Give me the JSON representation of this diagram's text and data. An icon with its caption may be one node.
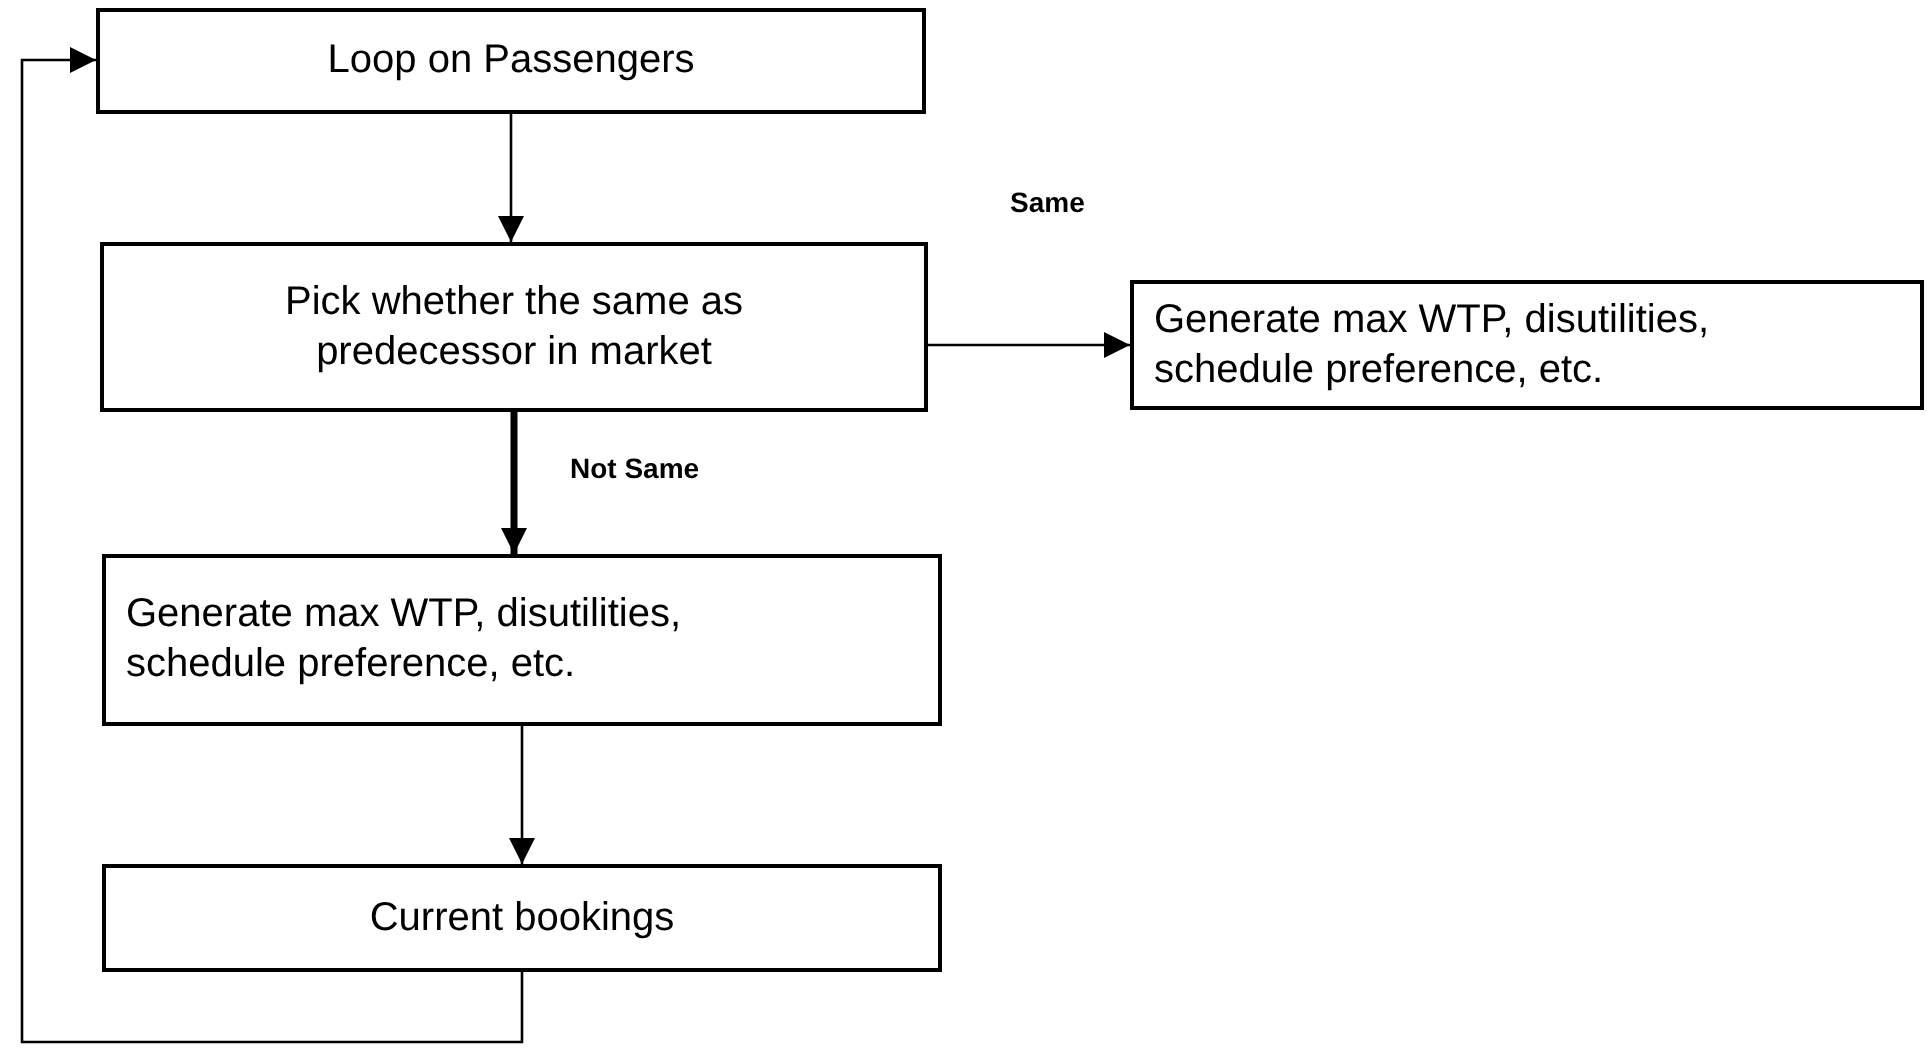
{
  "diagram": {
    "nodes": [
      {
        "text": [
          "Loop on Passengers"
        ]
      },
      {
        "text": [
          "Pick whether the same as predecessor in market"
        ]
      },
      {
        "text": [
          "Generate max WTP, disutilities, schedule preference, etc."
        ]
      },
      {
        "text": [
          "Generate max WTP, disutilities, schedule preference, etc."
        ]
      },
      {
        "text": [
          "Current bookings"
        ]
      }
    ],
    "edges": [
      {
        "from": 0,
        "to": 1,
        "arrow": "to"
      },
      {
        "from": 1,
        "to": 2,
        "arrow": "to",
        "label": "Same"
      },
      {
        "from": 1,
        "to": 3,
        "arrow": "to",
        "label": "Not Same",
        "style": "thick"
      },
      {
        "from": 3,
        "to": 4,
        "arrow": "to"
      },
      {
        "from": 4,
        "to": 0,
        "arrow": "to"
      }
    ]
  }
}
